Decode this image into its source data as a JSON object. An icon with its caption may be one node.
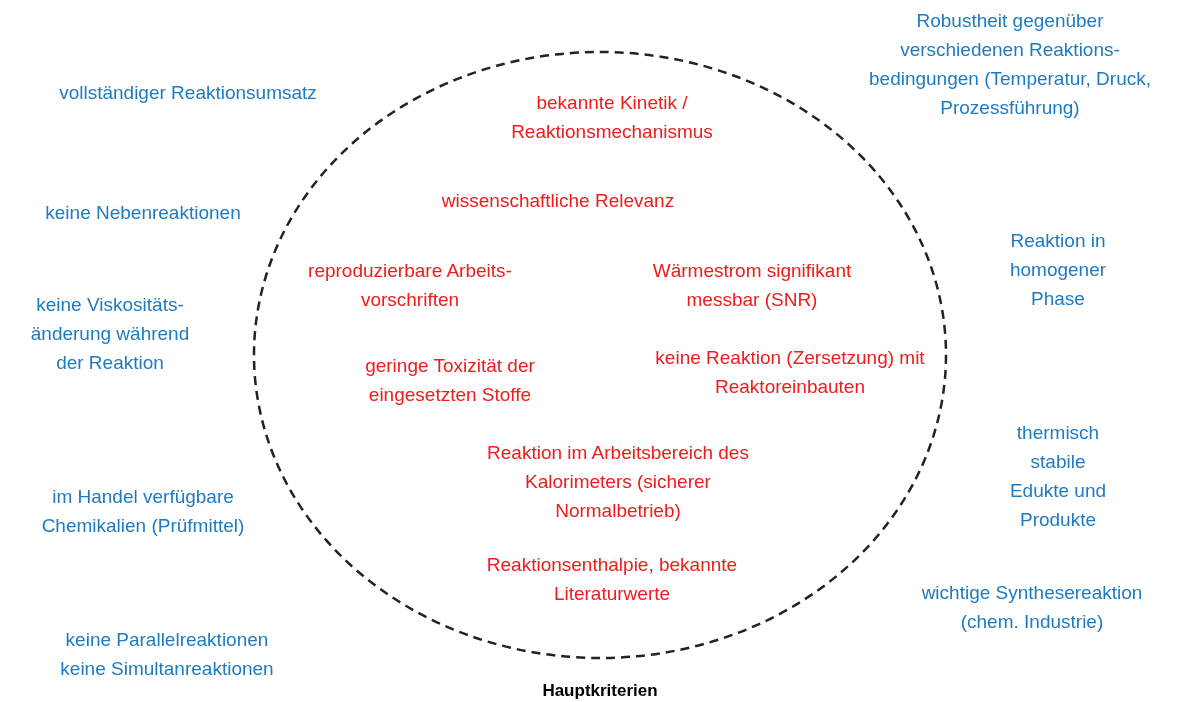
{
  "diagram": {
    "nodes": [
      {
        "text": [
          "bekannte Kinetik / Reaktionsmechanismus",
          "wissenschaftliche Relevanz",
          "reproduzierbare Arbeits- vorschriften",
          "Wärmestrom signifikant messbar (SNR)",
          "geringe Toxizität der eingesetzten Stoffe",
          "keine Reaktion (Zersetzung) mit Reaktoreinbauten",
          "Reaktion im Arbeitsbereich des Kalorimeters (sicherer Normalbetrieb)",
          "Reaktionsenthalpie, bekannte Literaturwerte",
          "Hauptkriterien"
        ]
      }
    ],
    "labels": [
      "Robustheit gegenüber verschiedenen Reaktions- bedingungen (Temperatur, Druck, Prozessführung)",
      "vollständiger Reaktionsumsatz",
      "keine Nebenreaktionen",
      "Reaktion in homogener Phase",
      "keine Viskositäts- änderung während der Reaktion",
      "thermisch stabile Edukte und Produkte",
      "im Handel verfügbare Chemikalien (Prüfmittel)",
      "wichtige Synthesereaktion (chem. Industrie)",
      "keine Parallelreaktionen keine Simultanreaktionen"
    ]
  }
}
